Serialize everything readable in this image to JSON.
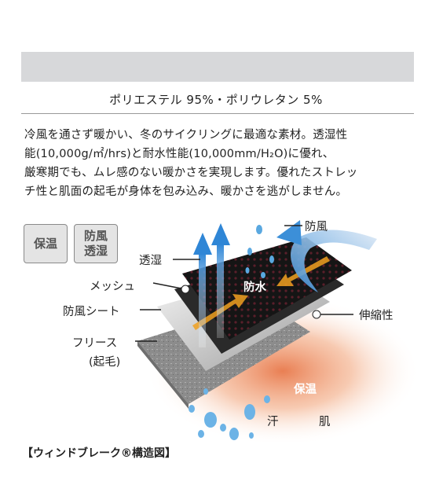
{
  "material": "ポリエステル 95%・ポリウレタン 5%",
  "description": [
    "冷風を通さず暖かい、冬のサイクリングに最適な素材。透湿性",
    "能(10,000g/㎡/hrs)と耐水性能(10,000mm/H₂O)に優れ、",
    "厳寒期でも、ムレ感のない暖かさを実現します。優れたストレッ",
    "チ性と肌面の起毛が身体を包み込み、暖かさを逃がしません。"
  ],
  "badges": {
    "warmth": "保温",
    "windproof": "防風",
    "breathable": "透湿"
  },
  "labels": {
    "windproof": "防風",
    "breathable": "透湿",
    "waterproof": "防水",
    "mesh": "メッシュ",
    "wind_sheet": "防風シート",
    "stretch": "伸縮性",
    "fleece": "フリース",
    "fleece_sub": "(起毛)",
    "warmth": "保温",
    "sweat": "汗",
    "skin": "肌"
  },
  "caption": "【ウィンドブレーク®構造図】",
  "colors": {
    "band": "#d7d8da",
    "heat": "#e8784a",
    "arrow_blue": "#3a8fd6",
    "arrow_orange": "#f0a020"
  }
}
